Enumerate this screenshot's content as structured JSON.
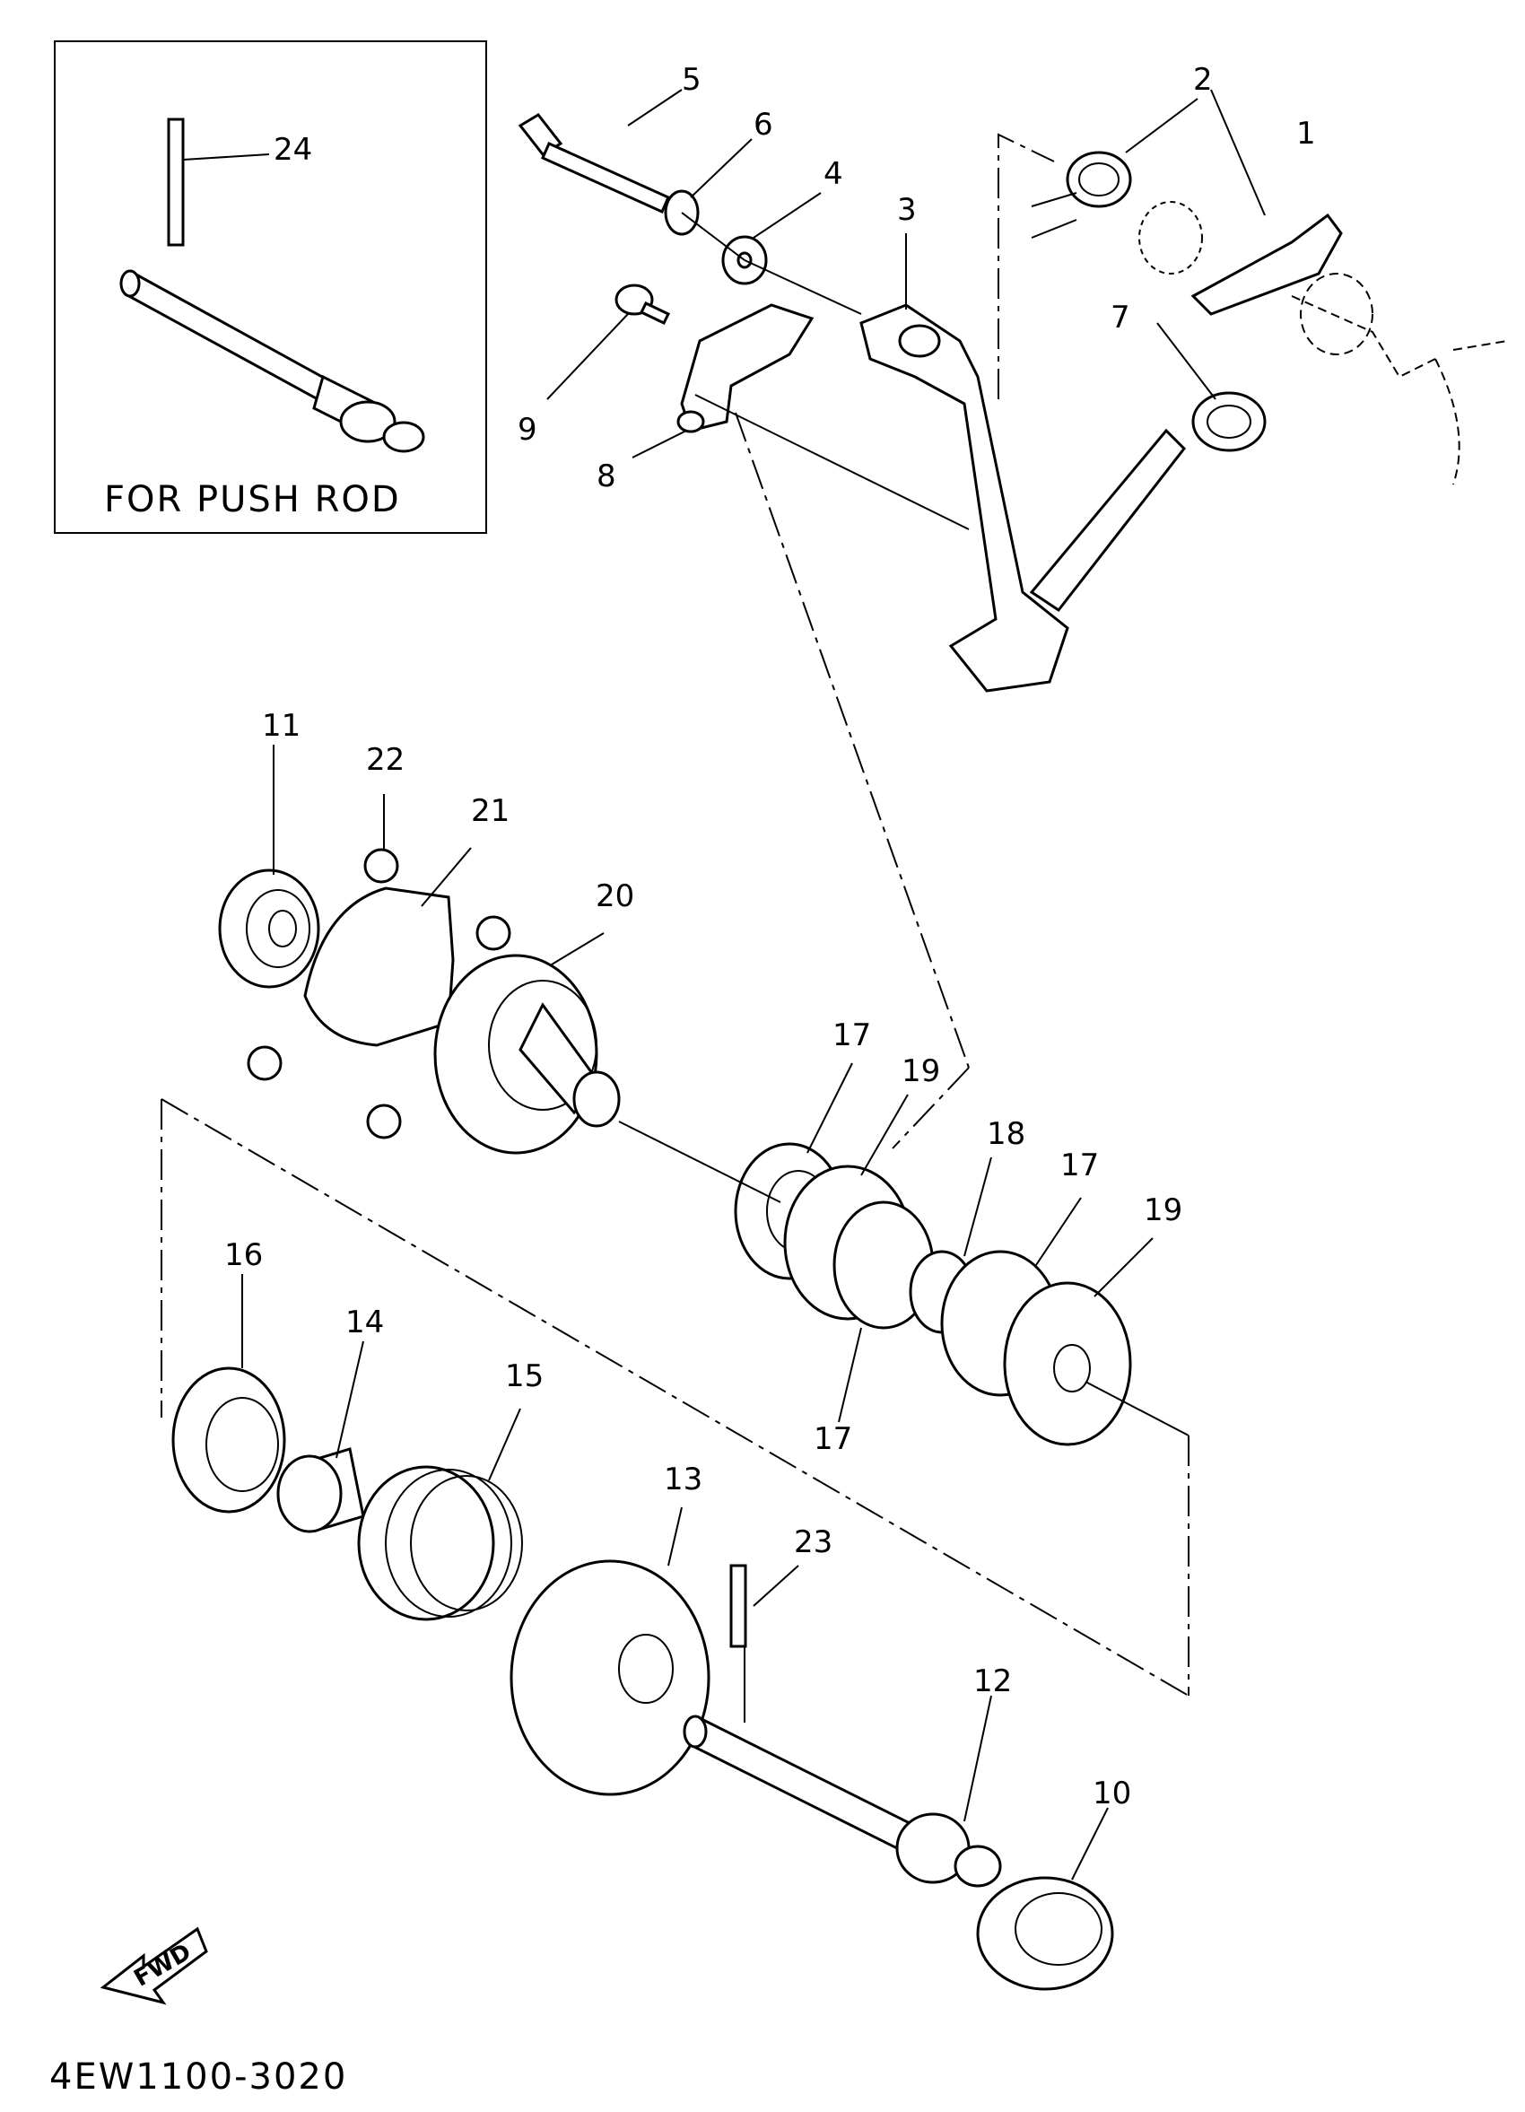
{
  "inset": {
    "caption": "FOR PUSH ROD"
  },
  "drawing_code": "4EW1100-3020",
  "direction_arrow": {
    "label": "FWD"
  },
  "callouts": [
    "1",
    "2",
    "3",
    "4",
    "5",
    "6",
    "7",
    "8",
    "9",
    "10",
    "11",
    "12",
    "13",
    "14",
    "15",
    "16",
    "17",
    "17",
    "17",
    "18",
    "19",
    "19",
    "20",
    "21",
    "22",
    "23",
    "24"
  ]
}
